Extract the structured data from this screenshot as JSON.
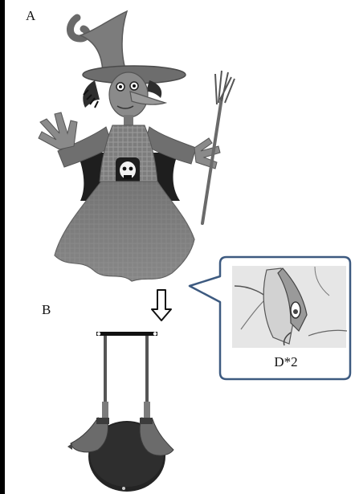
{
  "labels": {
    "panel_a": "A",
    "panel_b": "B",
    "detail": "D*2"
  },
  "colors": {
    "frame": "#000000",
    "callout_border": "#3d5a80",
    "figure_fill": "#7a7a7a",
    "figure_dark": "#2b2b2b",
    "background": "#ffffff"
  },
  "icons": {
    "arrow": "down-arrow-icon"
  }
}
